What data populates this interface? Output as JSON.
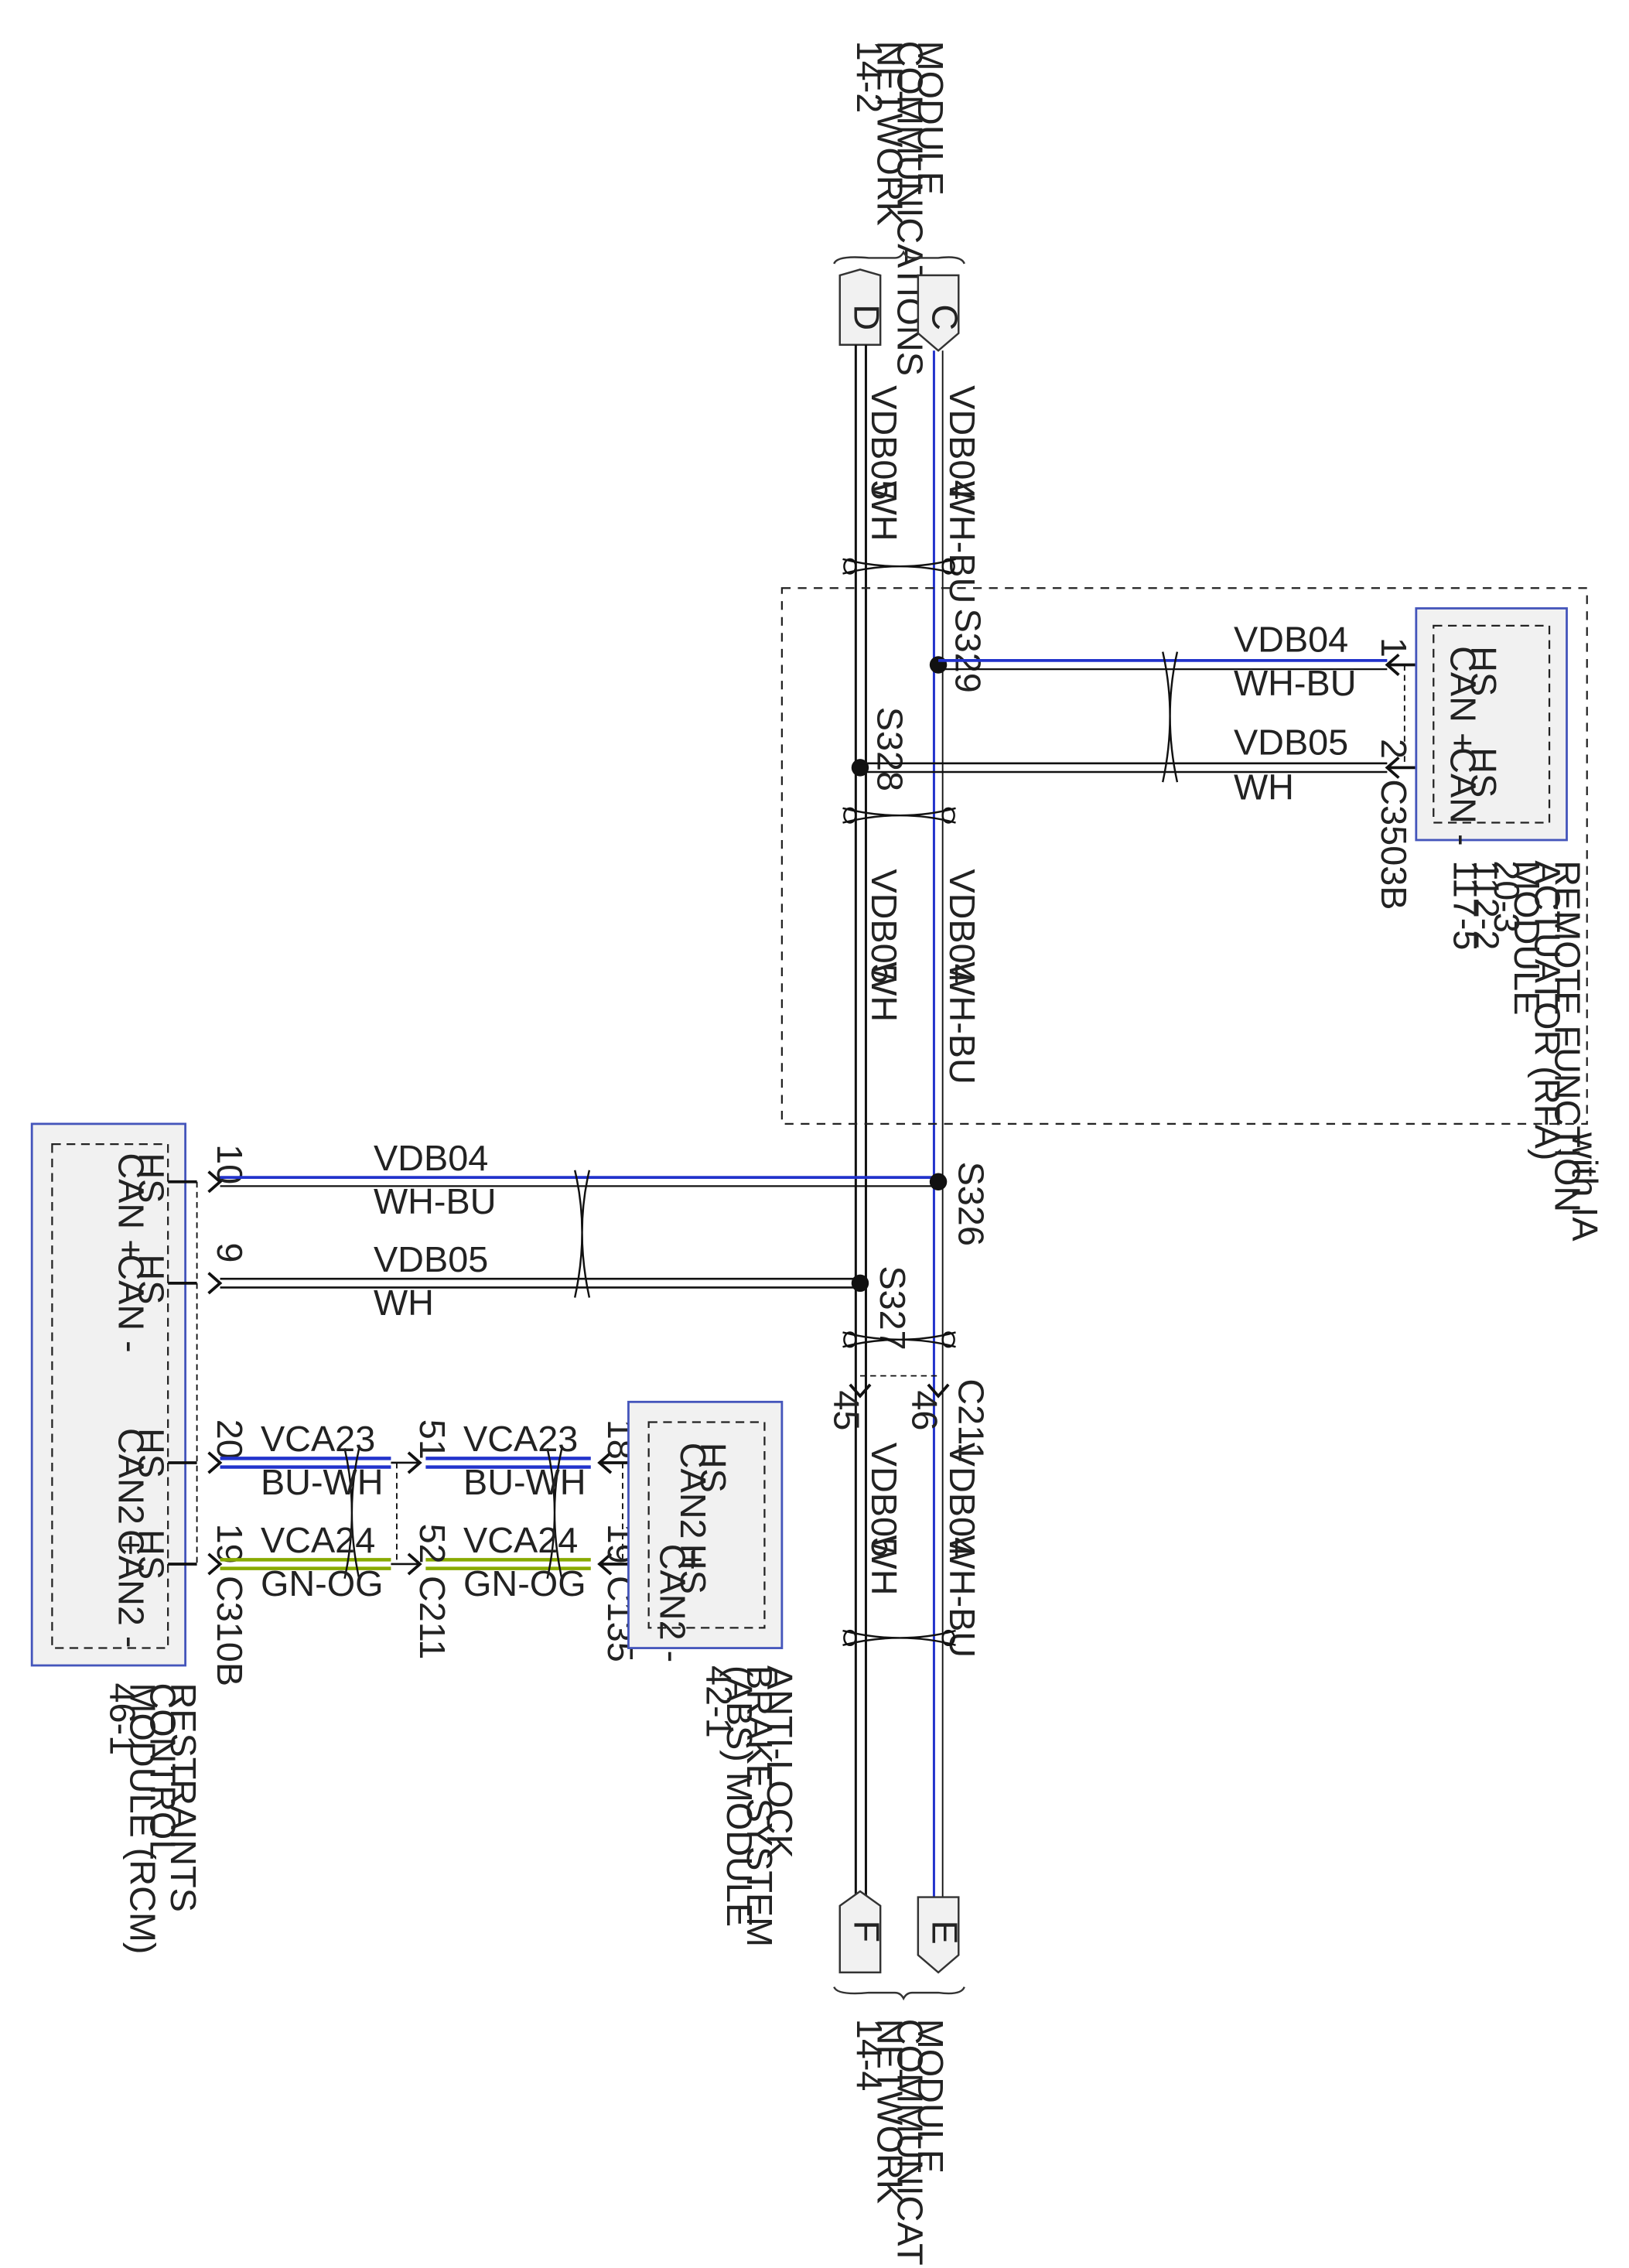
{
  "colors": {
    "blue": "#2233cc",
    "green": "#88aa00",
    "box": "#4455bb",
    "wire": "#111111",
    "module_fill": "#f1f1f1"
  },
  "top": {
    "ref": [
      "MODULE",
      "COMMUNICATIONS",
      "NETWORK",
      "14-2"
    ],
    "conn_d": "D",
    "conn_c": "C",
    "vdb04": "VDB04",
    "wh_bu": "WH-BU",
    "vdb05": "VDB05",
    "wh": "WH"
  },
  "ia": {
    "label": "with IA",
    "s329": "S329",
    "s328": "S328",
    "rfa_vdb04": "VDB04",
    "rfa_whbu": "WH-BU",
    "rfa_vdb05": "VDB05",
    "rfa_wh": "WH",
    "pin1": "1",
    "pin2": "2",
    "c3503b": "C3503B",
    "trunk_vdb04": "VDB04",
    "trunk_whbu": "WH-BU",
    "trunk_vdb05": "VDB05",
    "trunk_wh": "WH"
  },
  "rfa": {
    "pin1": [
      "HS",
      "CAN +"
    ],
    "pin2": [
      "HS",
      "CAN -"
    ],
    "name": [
      "REMOTE FUNCTION",
      "ACTUATOR (RFA)",
      "MODULE",
      "20-3",
      "112-2",
      "117-5"
    ]
  },
  "rcm": {
    "pins": [
      {
        "label": [
          "HS",
          "CAN +"
        ],
        "num": "10"
      },
      {
        "label": [
          "HS",
          "CAN -"
        ],
        "num": "9"
      },
      {
        "label": [
          "HS",
          "CAN2 +"
        ],
        "num": "20"
      },
      {
        "label": [
          "HS",
          "CAN2 -"
        ],
        "num": "19"
      }
    ],
    "connector": "C310B",
    "name": [
      "RESTRAINTS",
      "CONTROL",
      "MODULE (RCM)",
      "46-1"
    ]
  },
  "mid": {
    "s326": "S326",
    "s327": "S327",
    "w1_vdb04": "VDB04",
    "w1_whbu": "WH-BU",
    "w2_vdb05": "VDB05",
    "w2_wh": "WH"
  },
  "can2": {
    "vca23_a": "VCA23",
    "buwh_a": "BU-WH",
    "vca23_b": "VCA23",
    "buwh_b": "BU-WH",
    "vca24_a": "VCA24",
    "gnog_a": "GN-OG",
    "vca24_b": "VCA24",
    "gnog_b": "GN-OG",
    "c211_pin51": "51",
    "c211_pin52": "52",
    "c211": "C211",
    "c135_pin18": "18",
    "c135_pin19": "19",
    "c135": "C135"
  },
  "abs": {
    "pin18": [
      "HS",
      "CAN2 +"
    ],
    "pin19": [
      "HS",
      "CAN2 -"
    ],
    "name": [
      "ANTI-LOCK",
      "BRAKE SYSTEM",
      "(ABS) MODULE",
      "42-1"
    ]
  },
  "bottom": {
    "c211": "C211",
    "pin45": "45",
    "pin46": "46",
    "vdb05": "VDB05",
    "wh": "WH",
    "vdb04": "VDB04",
    "wh_bu": "WH-BU",
    "conn_f": "F",
    "conn_e": "E",
    "ref": [
      "MODULE",
      "COMMUNICATIONS",
      "NETWORK",
      "14-4"
    ]
  }
}
